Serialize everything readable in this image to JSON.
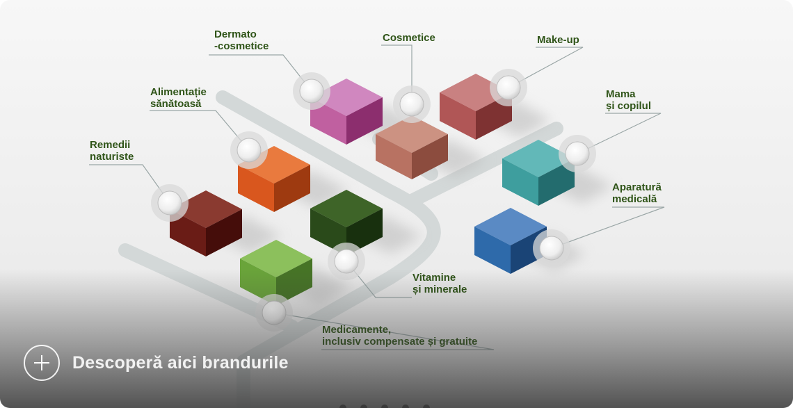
{
  "categories": [
    {
      "id": "dermato",
      "lines": [
        "Dermato",
        "-cosmetice"
      ],
      "color": "#c060a0"
    },
    {
      "id": "cosmetice",
      "lines": [
        "Cosmetice"
      ],
      "color": "#b87262"
    },
    {
      "id": "makeup",
      "lines": [
        "Make-up"
      ],
      "color": "#b05656"
    },
    {
      "id": "alimentatie",
      "lines": [
        "Alimentație",
        "sănătoasă"
      ],
      "color": "#d9571e"
    },
    {
      "id": "mama",
      "lines": [
        "Mama",
        "și copilul"
      ],
      "color": "#3e9e9e"
    },
    {
      "id": "remedii",
      "lines": [
        "Remedii",
        "naturiste"
      ],
      "color": "#6a1c16"
    },
    {
      "id": "aparatura",
      "lines": [
        "Aparatură",
        "medicală"
      ],
      "color": "#2e6aaa"
    },
    {
      "id": "vitamine",
      "lines": [
        "Vitamine",
        "și minerale"
      ],
      "color": "#2a4a1a"
    },
    {
      "id": "medicamente",
      "lines": [
        "Medicamente,",
        "inclusiv compensate și gratuite"
      ],
      "color": "#6aa43a"
    }
  ],
  "cta": {
    "label": "Descoperă aici brandurile",
    "icon": "plus-circle-icon"
  },
  "colors": {
    "label_text": "#2f5418",
    "road": "#cfd4d4",
    "background": "#f2f2f2"
  }
}
